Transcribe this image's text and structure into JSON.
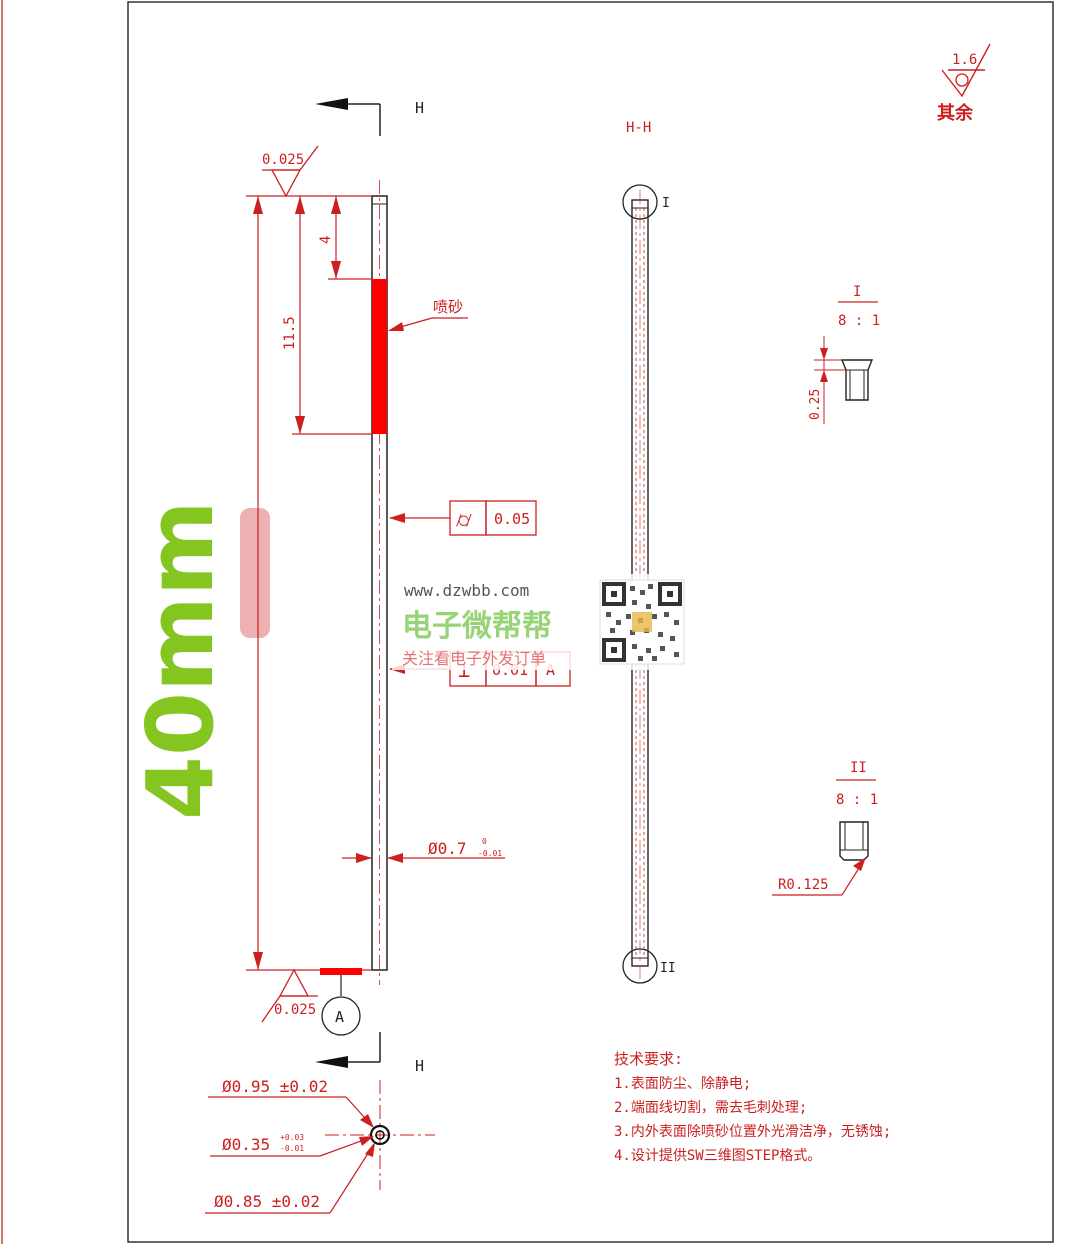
{
  "drawing": {
    "section_label_top": "H",
    "section_label_bottom": "H",
    "section_view_title": "H-H",
    "roughness_value": "1.6",
    "roughness_note": "其余",
    "flatness_top": "0.025",
    "flatness_bottom": "0.025",
    "dim_length_overall": "40mm",
    "dim_4": "4",
    "dim_11_5": "11.5",
    "sandblast_note": "喷砂",
    "cylindricity_value": "0.05",
    "cylindricity_symbol": "⌭",
    "perpendicularity_symbol": "⊥",
    "perpendicularity_value": "0.01",
    "perpendicularity_datum": "A",
    "datum_label": "A",
    "dia_07": "Ø0.7",
    "dia_07_tol_upper": "0",
    "dia_07_tol_lower": "-0.01",
    "dia_095": "Ø0.95 ±0.02",
    "dia_035": "Ø0.35",
    "dia_035_tol_upper": "+0.03",
    "dia_035_tol_lower": "-0.01",
    "dia_085": "Ø0.85 ±0.02",
    "detail_I_label": "I",
    "detail_II_label": "II",
    "detail_I_title": "I",
    "detail_I_scale": "8 : 1",
    "detail_II_title": "II",
    "detail_II_scale": "8 : 1",
    "dim_025": "0.25",
    "radius_note": "R0.125"
  },
  "tech_requirements": {
    "title": "技术要求:",
    "items": [
      "1.表面防尘、除静电;",
      "2.端面线切割，需去毛刺处理;",
      "3.内外表面除喷砂位置外光滑洁净，无锈蚀;",
      "4.设计提供SW三维图STEP格式。"
    ]
  },
  "watermark": {
    "url": "www.dzwbb.com",
    "brand": "电子微帮帮",
    "slogan": "关注看电子外发订单"
  },
  "colors": {
    "annotation_red": "#cc1f1f",
    "sandblast_fill": "#ff0000",
    "overlay_green": "#84c51f"
  }
}
